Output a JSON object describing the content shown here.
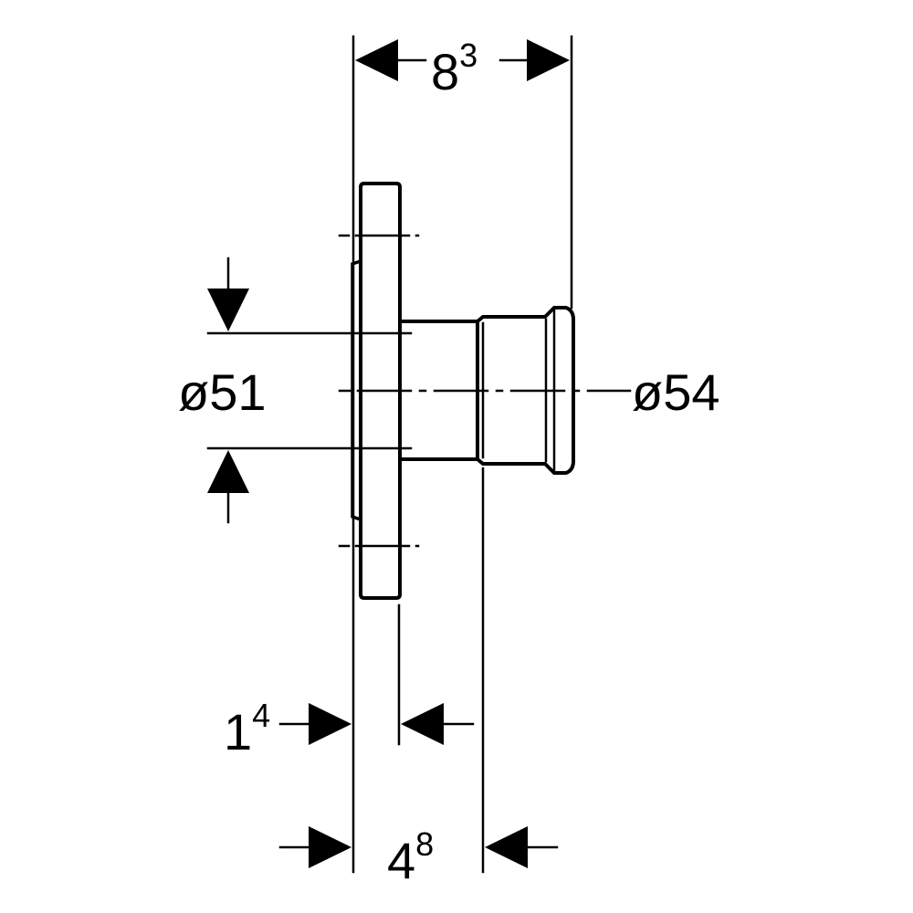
{
  "drawing": {
    "dimensions": {
      "top_width": {
        "base": "8",
        "sup": "3"
      },
      "left_thickness": {
        "base": "1",
        "sup": "4"
      },
      "bottom_width": {
        "base": "4",
        "sup": "8"
      }
    },
    "diameters": {
      "inner": "ø51",
      "outer": "ø54"
    },
    "colors": {
      "line": "#000000",
      "background": "#ffffff"
    }
  }
}
